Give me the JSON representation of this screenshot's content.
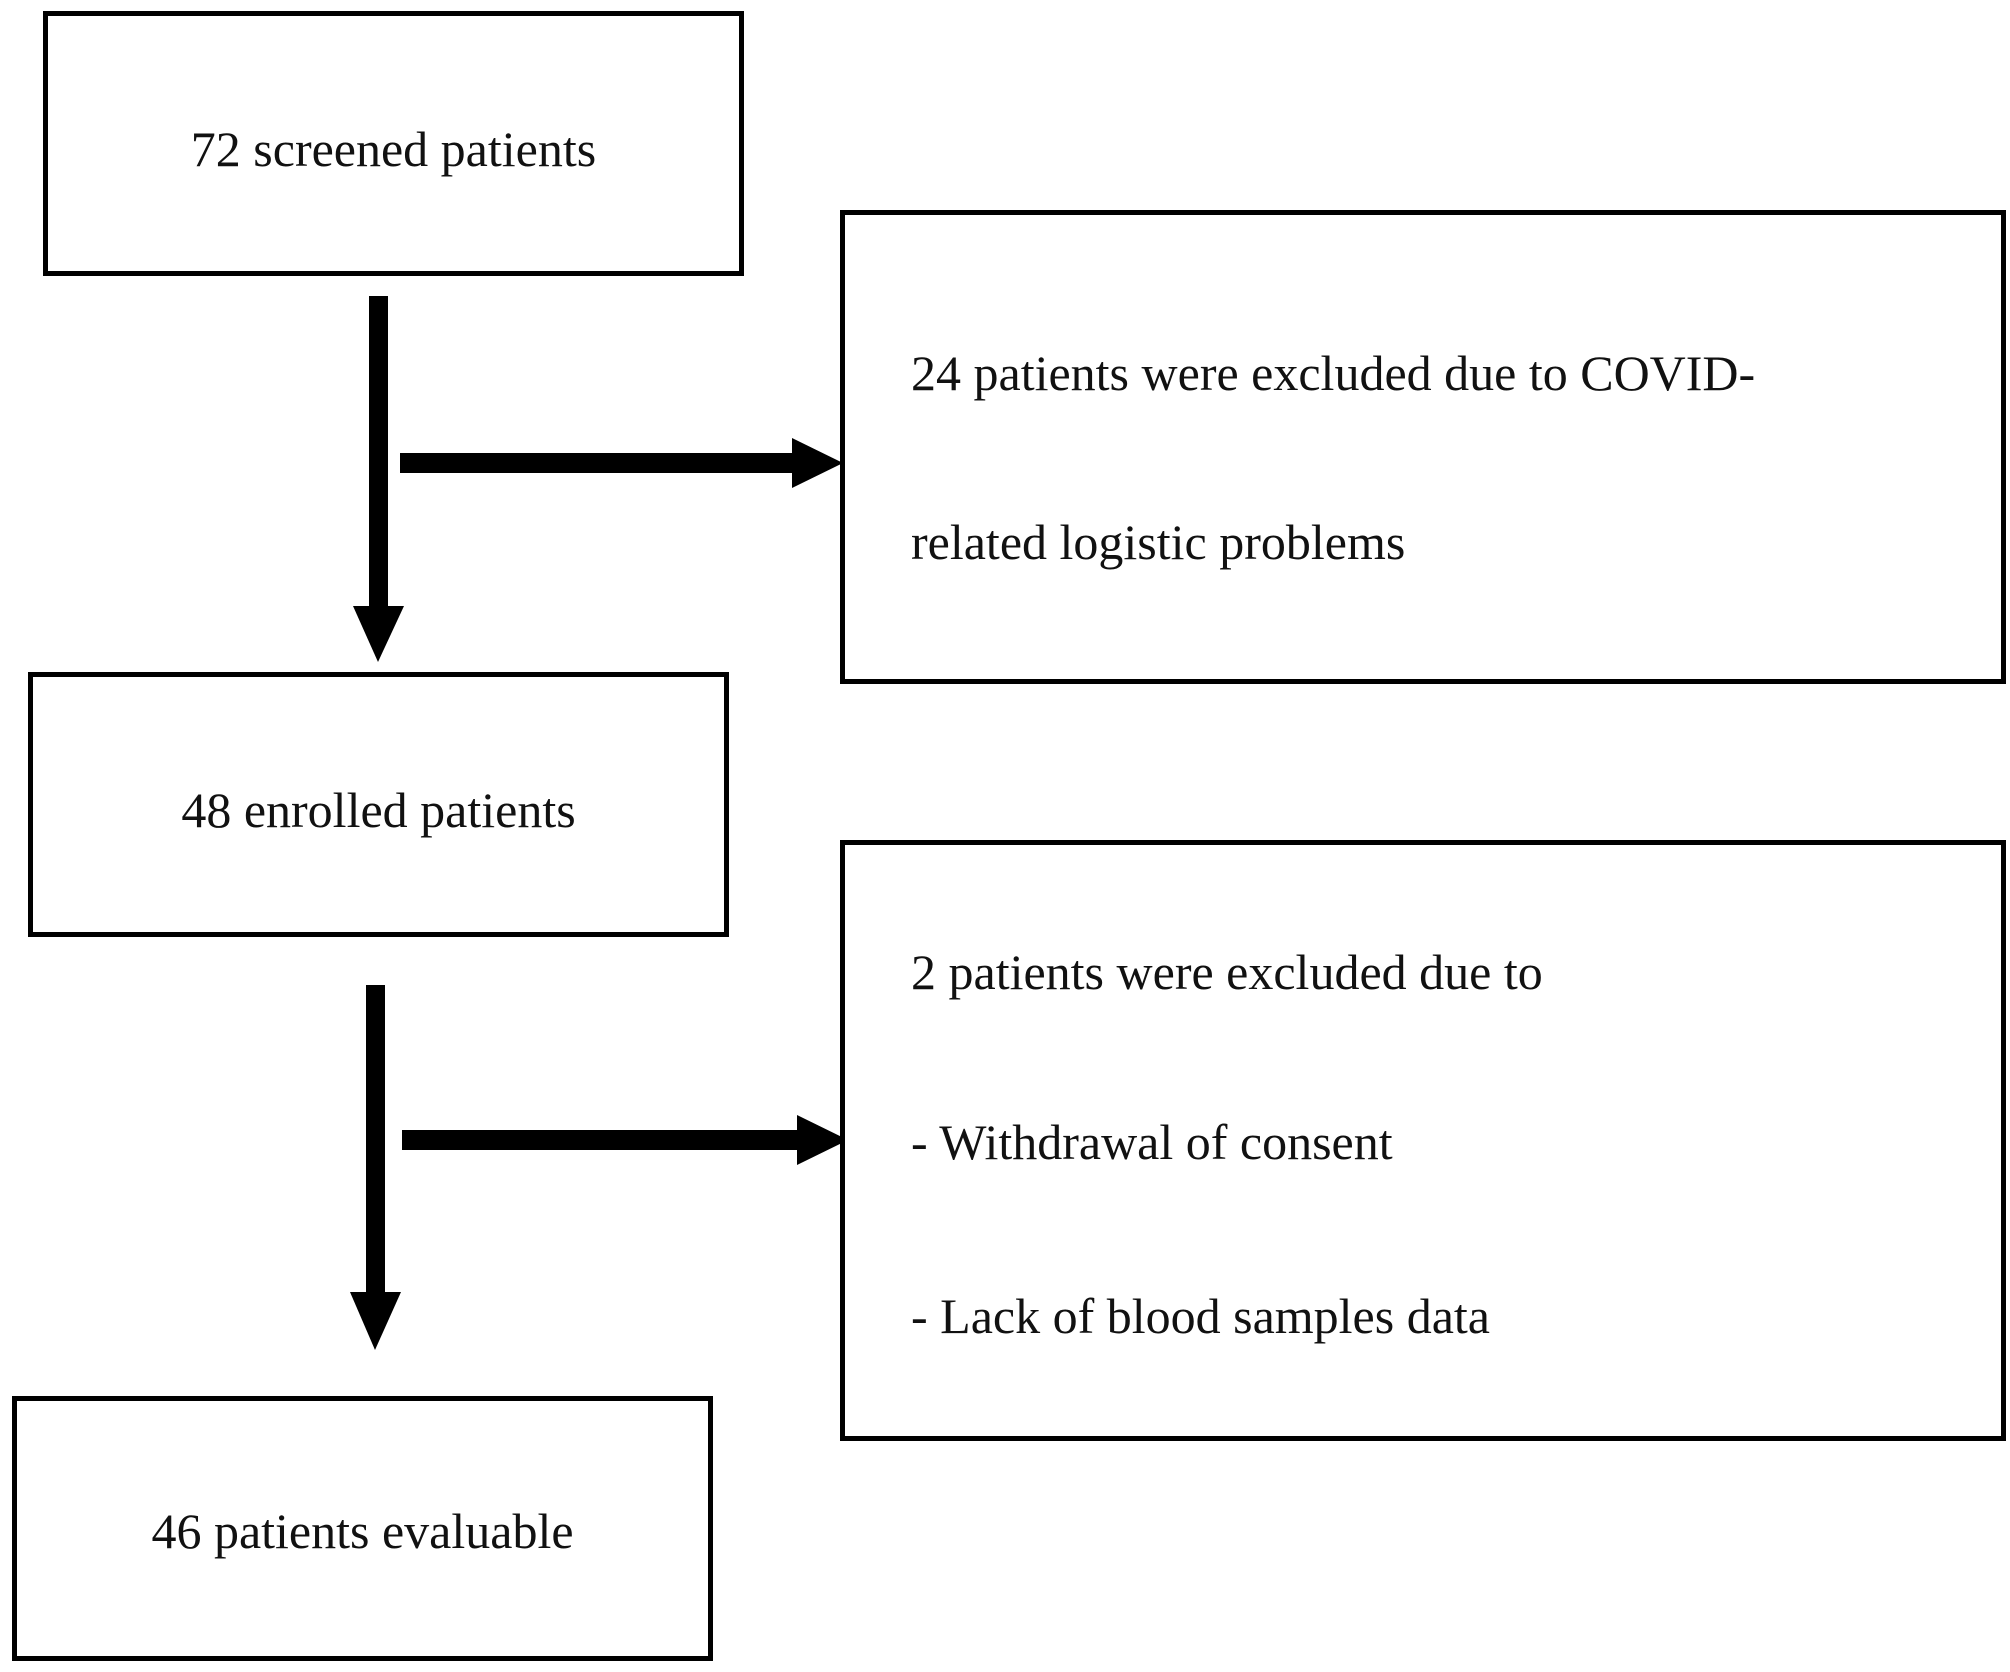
{
  "flowchart": {
    "screened": {
      "text": "72 screened patients"
    },
    "enrolled": {
      "text": "48 enrolled patients"
    },
    "evaluable": {
      "text": "46 patients evaluable"
    },
    "exclusion_1": {
      "lines": [
        "24 patients were excluded due to COVID-",
        "related logistic problems"
      ]
    },
    "exclusion_2": {
      "lines": [
        "2 patients were excluded due to",
        "- Withdrawal of consent",
        "- Lack of blood samples data"
      ]
    }
  }
}
